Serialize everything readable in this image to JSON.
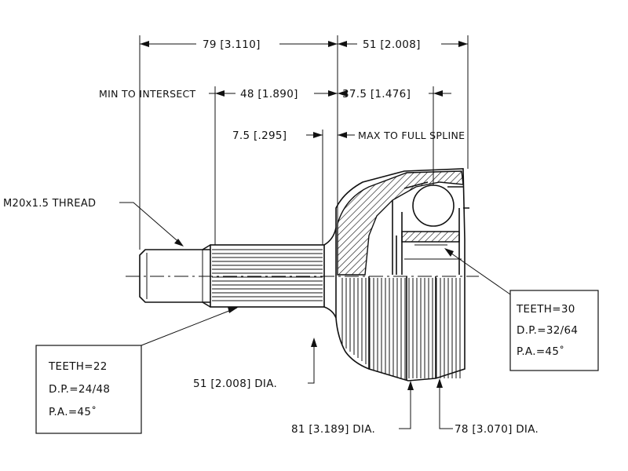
{
  "dimensions": {
    "d79": "79 [3.110]",
    "d51": "51 [2.008]",
    "min_to_intersect": "MIN TO INTERSECT",
    "d48": "48 [1.890]",
    "d37": "37.5 [1.476]",
    "d7": "7.5 [.295]",
    "max_to_full_spline": "MAX TO FULL SPLINE",
    "thread": "M20x1.5 THREAD",
    "dia51": "51 [2.008] DIA.",
    "dia81": "81 [3.189] DIA.",
    "dia78": "78 [3.070] DIA."
  },
  "outer_spline_box": {
    "teeth": "TEETH=22",
    "dp": "D.P.=24/48",
    "pa": "P.A.=45˚"
  },
  "inner_spline_box": {
    "teeth": "TEETH=30",
    "dp": "D.P.=32/64",
    "pa": "P.A.=45˚"
  }
}
